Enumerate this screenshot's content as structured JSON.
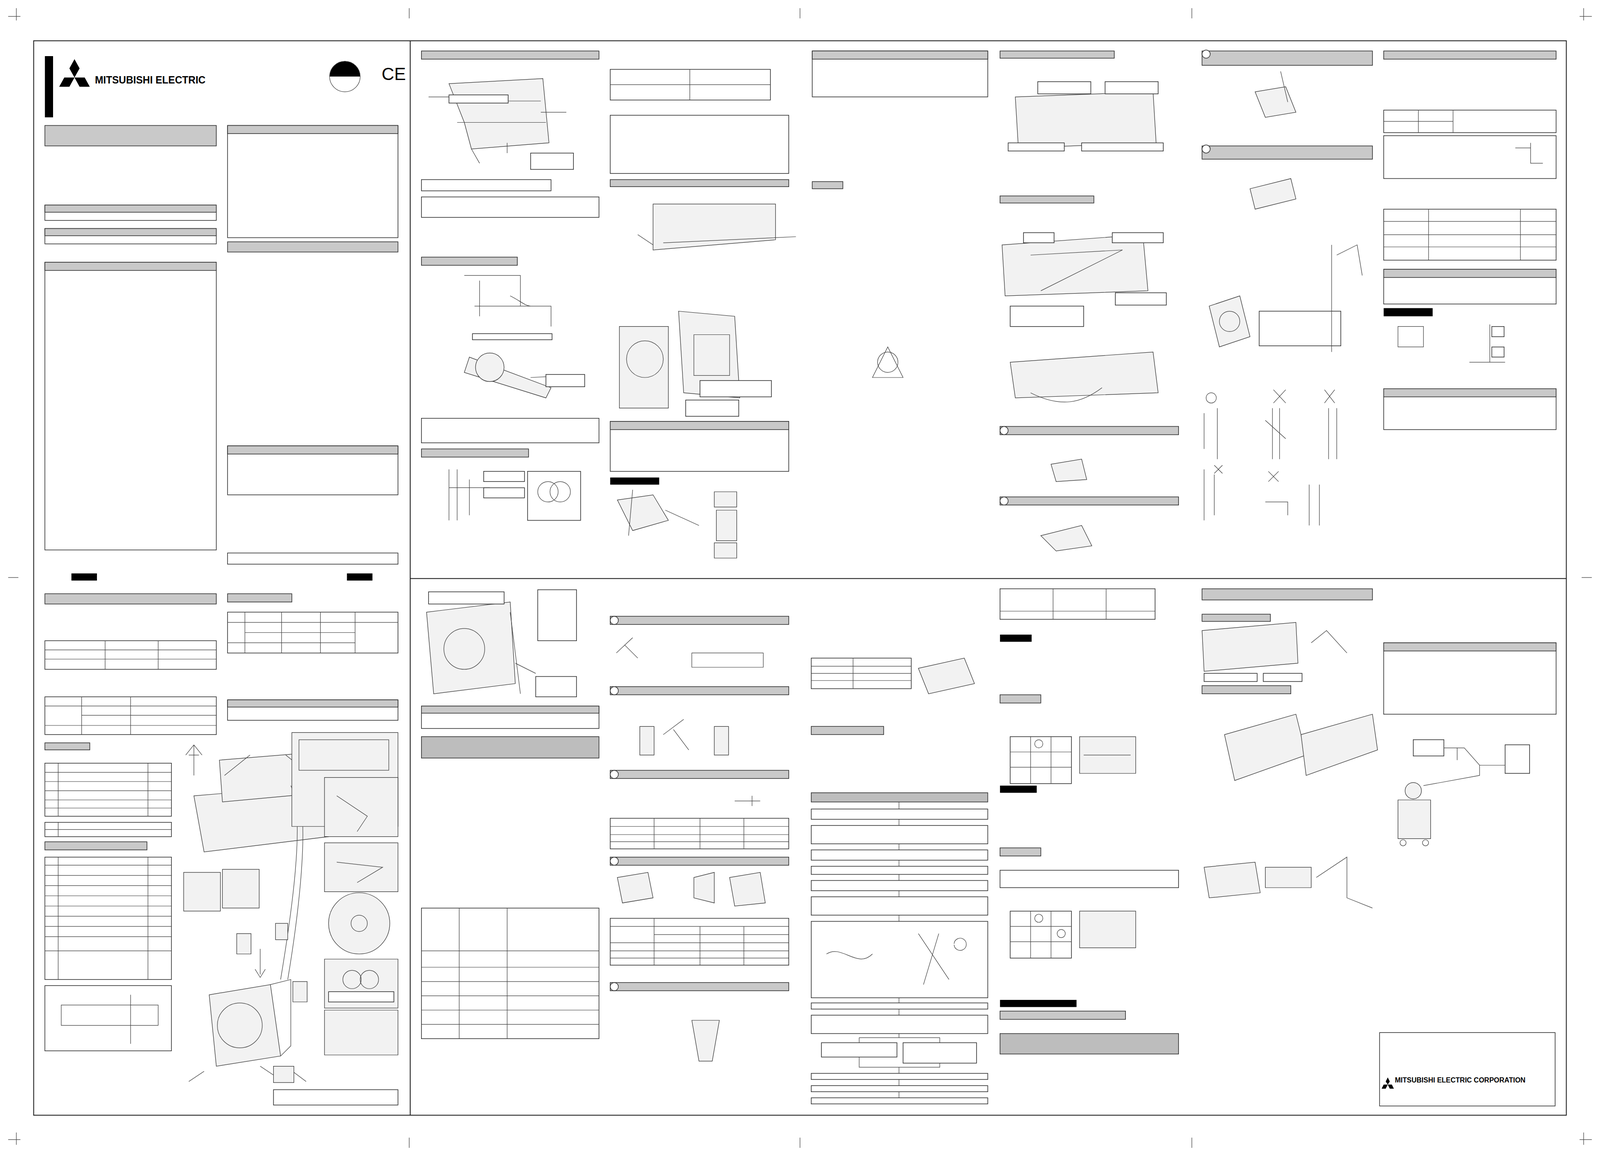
{
  "diagram": {
    "nodes": [
      {
        "text": [
          "MITSUBISHI ELECTRIC"
        ]
      },
      {
        "text": [
          "MITSUBISHI ELECTRIC CORPORATION"
        ]
      }
    ],
    "labels": [
      "CE"
    ]
  }
}
